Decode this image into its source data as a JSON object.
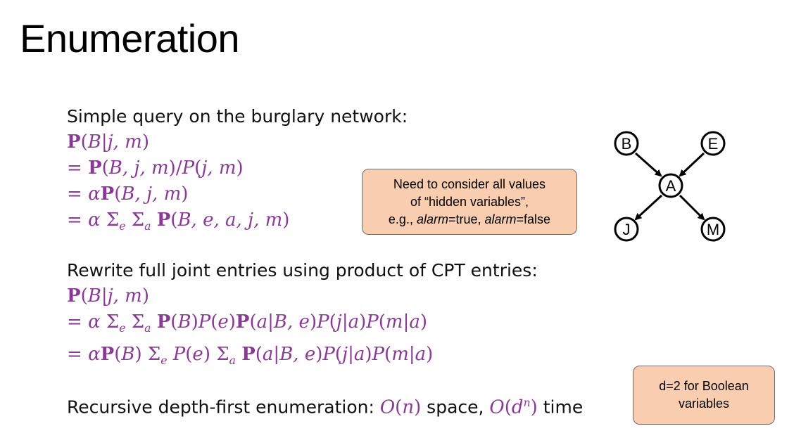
{
  "title": "Enumeration",
  "section1": {
    "heading": "Simple query on the burglary network:",
    "lines": [
      "P(B|j, m)",
      "= P(B, j, m)/P(j, m)",
      "= αP(B, j, m)",
      "= α Σe Σa P(B, e, a, j, m)"
    ]
  },
  "section2": {
    "heading": "Rewrite full joint entries using product of CPT entries:",
    "lines": [
      "P(B|j, m)",
      "= α Σe Σa P(B)P(e)P(a|B, e)P(j|a)P(m|a)",
      "= αP(B) Σe P(e) Σa P(a|B, e)P(j|a)P(m|a)"
    ]
  },
  "section3": {
    "text_before": "Recursive depth-first enumeration: ",
    "space_expr": "O(n)",
    "text_mid": " space, ",
    "time_expr": "O(dⁿ)",
    "text_after": " time"
  },
  "callout1": {
    "line1": "Need to consider all values",
    "line2": "of “hidden variables”,",
    "line3_prefix": "e.g., ",
    "alarm": "alarm",
    "true_text": "=true, ",
    "false_text": "=false"
  },
  "callout2": {
    "line1": "d=2 for Boolean",
    "line2": "variables"
  },
  "network": {
    "nodes": [
      "B",
      "E",
      "A",
      "J",
      "M"
    ]
  },
  "colors": {
    "math": "#8a3a96",
    "callout_fill": "#f9cdb0",
    "callout_border": "#6e6e6e"
  }
}
